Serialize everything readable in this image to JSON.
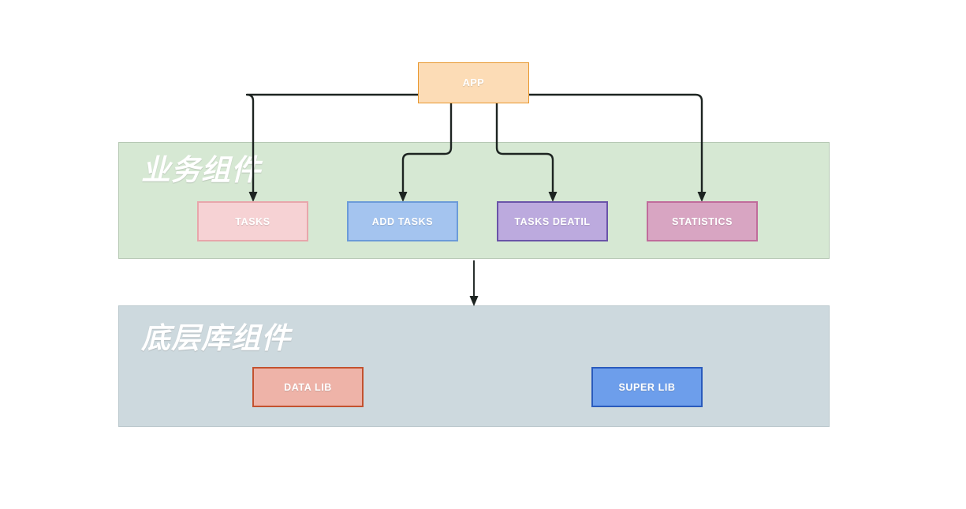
{
  "diagram": {
    "title_text_visible": false,
    "groups": [
      {
        "id": "business",
        "label": "业务组件",
        "fill": "#d6e8d3",
        "border": "#b6c8b4"
      },
      {
        "id": "lib",
        "label": "底层库组件",
        "fill": "#cdd9de",
        "border": "#bbc8cd"
      }
    ],
    "nodes": [
      {
        "id": "app",
        "label": "APP",
        "fill": "#fcdcb6",
        "border": "#e8972e"
      },
      {
        "id": "tasks",
        "label": "TASKS",
        "fill": "#f6d2d4",
        "border": "#e8a6ab"
      },
      {
        "id": "add_tasks",
        "label": "ADD TASKS",
        "fill": "#a4c4ef",
        "border": "#6c9bd8"
      },
      {
        "id": "tasks_deatil",
        "label": "TASKS DEATIL",
        "fill": "#bcaade",
        "border": "#6a54a8"
      },
      {
        "id": "statistics",
        "label": "STATISTICS",
        "fill": "#d8a5c2",
        "border": "#c06c9b"
      },
      {
        "id": "data_lib",
        "label": "DATA LIB",
        "fill": "#eeb3a8",
        "border": "#c3522f"
      },
      {
        "id": "super_lib",
        "label": "SUPER LIB",
        "fill": "#6d9eeb",
        "border": "#2a5bbd"
      }
    ],
    "edges": [
      {
        "id": "app-to-tasks",
        "from": "app",
        "to": "tasks",
        "style": "orthogonal-rounded",
        "arrow": "end"
      },
      {
        "id": "app-to-add-tasks",
        "from": "app",
        "to": "add_tasks",
        "style": "orthogonal-rounded",
        "arrow": "end"
      },
      {
        "id": "app-to-tasks-deatil",
        "from": "app",
        "to": "tasks_deatil",
        "style": "orthogonal-rounded",
        "arrow": "end"
      },
      {
        "id": "app-to-statistics",
        "from": "app",
        "to": "statistics",
        "style": "orthogonal-rounded",
        "arrow": "end"
      },
      {
        "id": "business-to-lib",
        "from": "business",
        "to": "lib",
        "style": "straight",
        "arrow": "end"
      }
    ],
    "edge_color": "#1d2421",
    "background": "#ffffff"
  }
}
